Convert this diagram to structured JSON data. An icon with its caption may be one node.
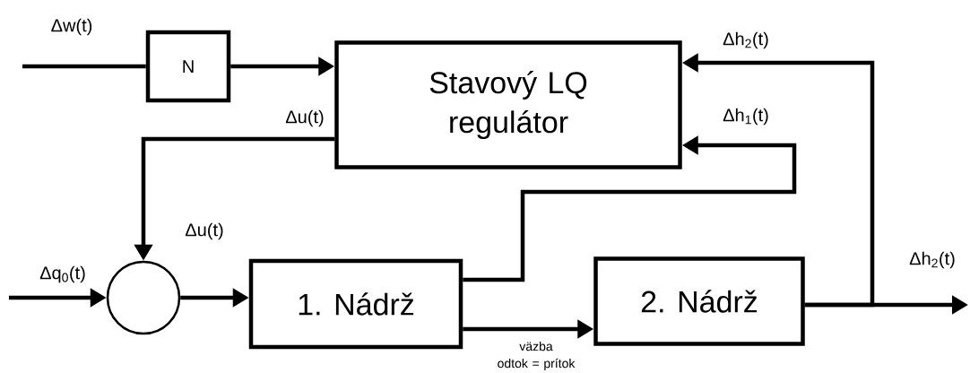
{
  "diagram": {
    "nodes": [
      {
        "text": [
          "N"
        ]
      },
      {
        "text": [
          "Stavový LQ regulátor"
        ]
      },
      {
        "text": [],
        "shape": "circle"
      },
      {
        "text": [
          "1. Nádrž"
        ]
      },
      {
        "text": [
          "2. Nádrž"
        ]
      }
    ],
    "edges": [
      {
        "from": null,
        "to": 0,
        "arrow": "none",
        "label": "Δw(t)"
      },
      {
        "from": 0,
        "to": 1,
        "arrow": "to"
      },
      {
        "from": 1,
        "to": 2,
        "arrow": "to",
        "label": "Δu(t)"
      },
      {
        "from": null,
        "to": 2,
        "arrow": "to",
        "label": "Δq$_{0}$(t)"
      },
      {
        "from": 2,
        "to": 3,
        "arrow": "to"
      },
      {
        "from": 3,
        "to": 4,
        "arrow": "to",
        "label": "väzba odtok = prítok"
      },
      {
        "from": 3,
        "to": 1,
        "arrow": "to",
        "label": "Δh$_{1}$(t)"
      },
      {
        "from": 4,
        "to": null,
        "arrow": "to",
        "label": "Δh$_{2}$(t)"
      },
      {
        "from": 4,
        "to": 1,
        "arrow": "to",
        "label": "Δh$_{2}$(t)"
      }
    ],
    "labels": [
      "Δu(t)"
    ]
  }
}
